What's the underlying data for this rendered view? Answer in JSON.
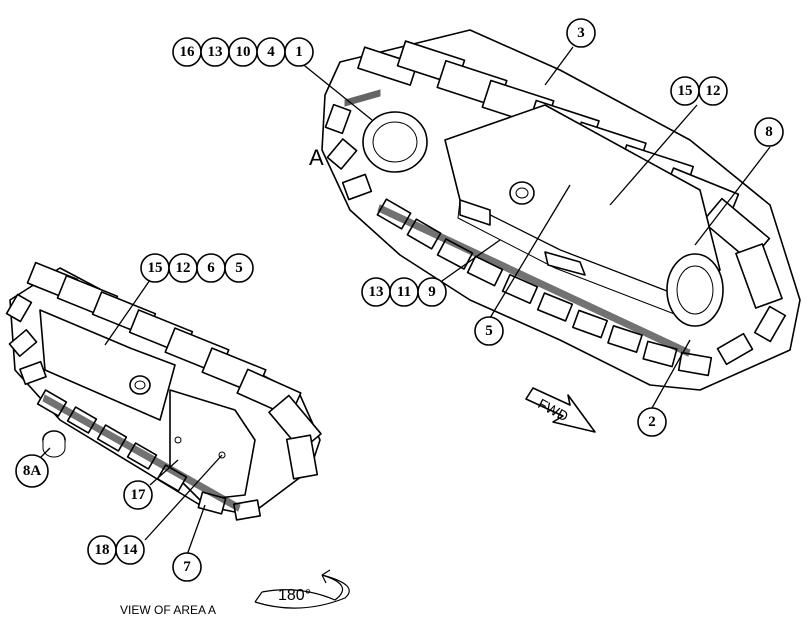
{
  "labels": {
    "area_marker": "A",
    "view_caption": "VIEW OF AREA A",
    "rotation": "180°",
    "direction_arrow": "FWD"
  },
  "callouts": {
    "top_row": [
      "16",
      "13",
      "10",
      "4",
      "1"
    ],
    "c3": "3",
    "c15_12_right": [
      "15",
      "12"
    ],
    "c8": "8",
    "c13_11_9": [
      "13",
      "11",
      "9"
    ],
    "c5_right": "5",
    "c2": "2",
    "c15_12_6_5_left": [
      "15",
      "12",
      "6",
      "5"
    ],
    "c8A": "8A",
    "c17": "17",
    "c18_14": [
      "18",
      "14"
    ],
    "c7": "7"
  }
}
